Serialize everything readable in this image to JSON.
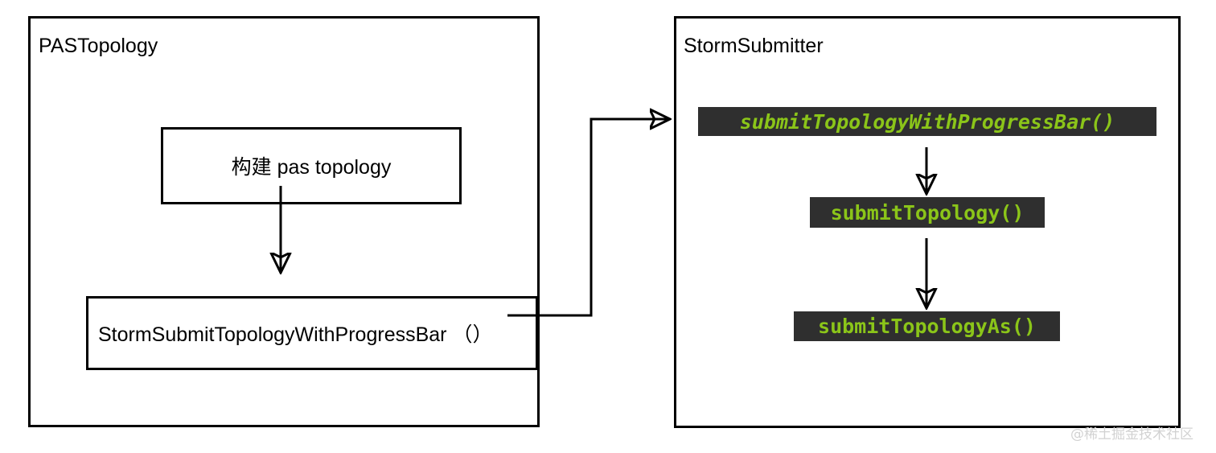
{
  "diagram": {
    "panels": [
      {
        "id": "pas-topology",
        "title": "PASTopology",
        "nodes": [
          {
            "id": "build-pas-topology",
            "label": "构建 pas topology"
          },
          {
            "id": "storm-submit-topology-with-progress-bar",
            "label": "StormSubmitTopologyWithProgressBar （）"
          }
        ]
      },
      {
        "id": "storm-submitter",
        "title": "StormSubmitter",
        "nodes": [
          {
            "id": "submit-topology-with-progress-bar",
            "label": "submitTopologyWithProgressBar()"
          },
          {
            "id": "submit-topology",
            "label": "submitTopology()"
          },
          {
            "id": "submit-topology-as",
            "label": "submitTopologyAs()"
          }
        ]
      }
    ],
    "edges": [
      {
        "id": "build-to-submit-bar",
        "from": "build-pas-topology",
        "to": "storm-submit-topology-with-progress-bar"
      },
      {
        "id": "submit-bar-to-storm-submitter",
        "from": "storm-submit-topology-with-progress-bar",
        "to": "submit-topology-with-progress-bar"
      },
      {
        "id": "progress-bar-to-submit-topology",
        "from": "submit-topology-with-progress-bar",
        "to": "submit-topology"
      },
      {
        "id": "submit-topology-to-submit-topology-as",
        "from": "submit-topology",
        "to": "submit-topology-as"
      }
    ]
  },
  "watermark": {
    "text": "@稀土掘金技术社区"
  },
  "colors": {
    "code_text": "#8bc519",
    "code_background": "#2f2f2f",
    "stroke": "#000000",
    "canvas": "#ffffff",
    "watermark": "#d2d2d2"
  }
}
